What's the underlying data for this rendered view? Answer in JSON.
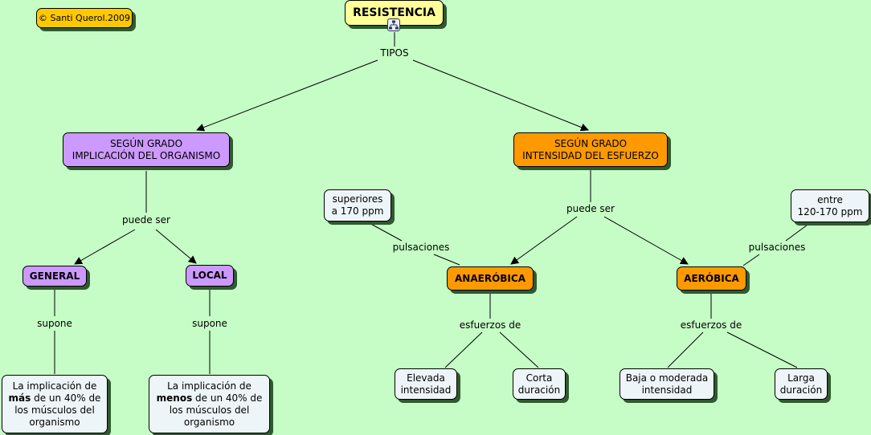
{
  "copyright": "© Santi Querol.2009",
  "root": "RESISTENCIA",
  "links": {
    "tipos": "TIPOS",
    "puede_ser_left": "puede ser",
    "puede_ser_right": "puede ser",
    "supone_general": "supone",
    "supone_local": "supone",
    "pulsaciones_left": "pulsaciones",
    "pulsaciones_right": "pulsaciones",
    "esfuerzos_anaerobica": "esfuerzos de",
    "esfuerzos_aerobica": "esfuerzos de"
  },
  "nodes": {
    "implicacion": {
      "line1": "SEGÚN GRADO",
      "line2": "IMPLICACIÓN DEL ORGANISMO"
    },
    "intensidad": {
      "line1": "SEGÚN GRADO",
      "line2": "INTENSIDAD DEL ESFUERZO"
    },
    "general": "GENERAL",
    "local": "LOCAL",
    "anaerobica": "ANAERÓBICA",
    "aerobica": "AERÓBICA",
    "superiores": {
      "line1": "superiores",
      "line2": "a 170 ppm"
    },
    "entre": {
      "line1": "entre",
      "line2": "120-170 ppm"
    },
    "mas": {
      "pre": "La implicación de",
      "bold": "más",
      "post": " de un 40% de",
      "line3": "los músculos del",
      "line4": "organismo"
    },
    "menos": {
      "pre": "La implicación de",
      "bold": "menos",
      "post": " de un 40% de",
      "line3": "los músculos del",
      "line4": "organismo"
    },
    "elevada": {
      "line1": "Elevada",
      "line2": "intensidad"
    },
    "corta": {
      "line1": "Corta",
      "line2": "duración"
    },
    "baja": {
      "line1": "Baja o moderada",
      "line2": "intensidad"
    },
    "larga": {
      "line1": "Larga",
      "line2": "duración"
    }
  },
  "colors": {
    "background": "#c6fdc6",
    "root": "#ffff99",
    "copyright": "#ffc800",
    "implicacion": "#cc99ff",
    "intensidad": "#ff9900",
    "leaf": "#eef5f8"
  },
  "icons": {
    "root_expand": "submap-icon"
  }
}
